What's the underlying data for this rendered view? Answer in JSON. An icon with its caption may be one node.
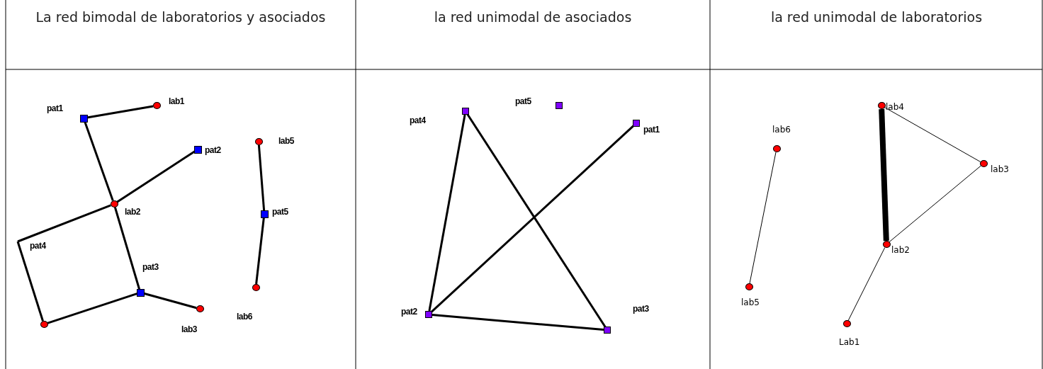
{
  "diagram": {
    "nodes": [
      {
        "text": [
          "pat1"
        ]
      },
      {
        "text": [
          "lab1"
        ]
      },
      {
        "text": [
          "pat2"
        ]
      },
      {
        "text": [
          "lab2"
        ]
      },
      {
        "text": [
          "lab5"
        ]
      },
      {
        "text": [
          "pat5"
        ]
      },
      {
        "text": [
          "pat4"
        ]
      },
      {
        "text": [
          "lab6"
        ]
      },
      {
        "text": [
          "pat3"
        ]
      },
      {
        "text": [
          "lab3"
        ]
      },
      {
        "text": [],
        "shape": "circle"
      },
      {
        "text": [
          "pat4"
        ]
      },
      {
        "text": [
          "pat5"
        ]
      },
      {
        "text": [
          "pat1"
        ]
      },
      {
        "text": [
          "pat2"
        ]
      },
      {
        "text": [
          "pat3"
        ]
      },
      {
        "text": [
          "lab4"
        ]
      },
      {
        "text": [
          "lab6"
        ]
      },
      {
        "text": [
          "lab3"
        ]
      },
      {
        "text": [
          "lab2"
        ]
      },
      {
        "text": [
          "lab5"
        ]
      },
      {
        "text": [
          "Lab1"
        ]
      }
    ],
    "edges": [
      {
        "from": 0,
        "to": 1,
        "arrow": "none"
      },
      {
        "from": 0,
        "to": 3,
        "arrow": "none"
      },
      {
        "from": 2,
        "to": 3,
        "arrow": "none"
      },
      {
        "from": 3,
        "to": 6,
        "arrow": "none"
      },
      {
        "from": 3,
        "to": 8,
        "arrow": "none"
      },
      {
        "from": 6,
        "to": 10,
        "arrow": "none"
      },
      {
        "from": 10,
        "to": 8,
        "arrow": "none"
      },
      {
        "from": 8,
        "to": 9,
        "arrow": "none"
      },
      {
        "from": 4,
        "to": 5,
        "arrow": "none"
      },
      {
        "from": 5,
        "to": 7,
        "arrow": "none"
      },
      {
        "from": 11,
        "to": 14,
        "arrow": "none"
      },
      {
        "from": 11,
        "to": 15,
        "arrow": "none"
      },
      {
        "from": 13,
        "to": 14,
        "arrow": "none"
      },
      {
        "from": 14,
        "to": 15,
        "arrow": "none"
      },
      {
        "from": 16,
        "to": 19,
        "arrow": "none",
        "style": "thick"
      },
      {
        "from": 16,
        "to": 18,
        "arrow": "none"
      },
      {
        "from": 18,
        "to": 19,
        "arrow": "none"
      },
      {
        "from": 19,
        "to": 21,
        "arrow": "none"
      },
      {
        "from": 17,
        "to": 20,
        "arrow": "none"
      }
    ],
    "labels": [
      "La red bimodal de laboratorios y asociados",
      "la red unimodal de asociados",
      "la red unimodal de laboratorios"
    ]
  }
}
